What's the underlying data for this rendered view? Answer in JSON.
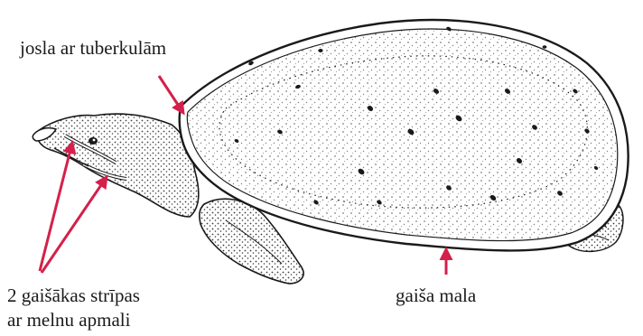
{
  "labels": {
    "band_tubercles": "josla ar tuberkulām",
    "light_stripes_line1": "2 gaišākas strīpas",
    "light_stripes_line2": "ar melnu apmali",
    "light_rim": "gaiša mala"
  },
  "colors": {
    "arrow": "#d4204a",
    "ink": "#1a1a1a",
    "background": "#ffffff"
  }
}
